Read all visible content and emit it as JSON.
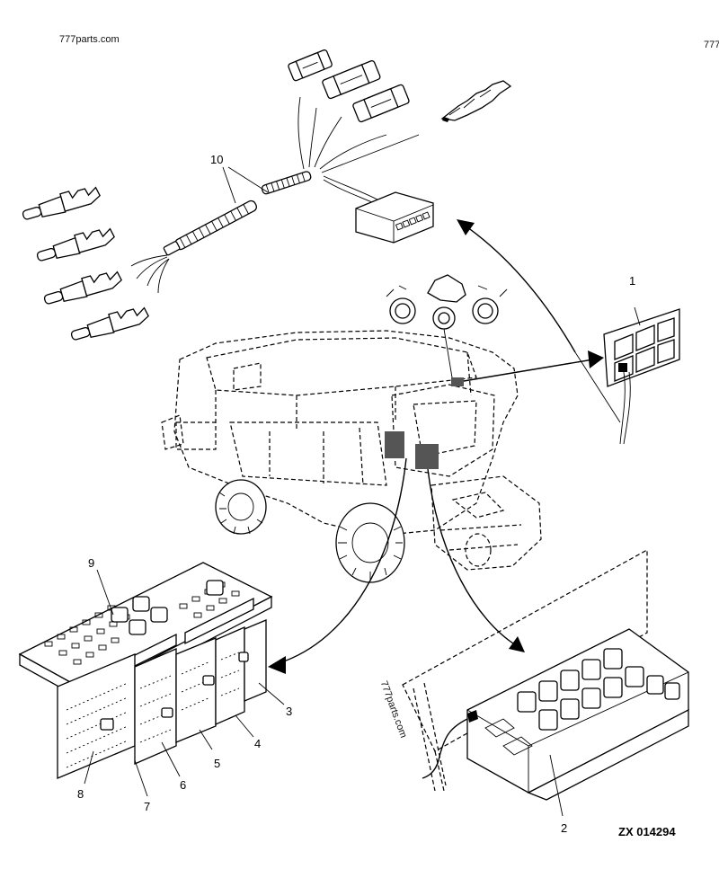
{
  "watermarks": {
    "top_left": "777parts.com",
    "top_right": "777",
    "diagonal": "777parts.com"
  },
  "callouts": [
    "1",
    "2",
    "3",
    "4",
    "5",
    "6",
    "7",
    "8",
    "9",
    "10"
  ],
  "reference_code": "ZX 014294"
}
